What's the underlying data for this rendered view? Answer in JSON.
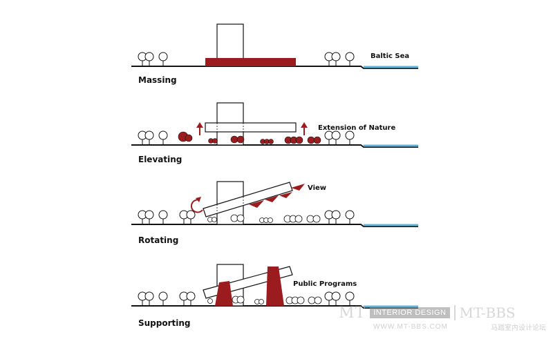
{
  "colors": {
    "ink": "#111111",
    "block": "#9b1c1f",
    "water": "#5fb3d9",
    "tree_fill": "#ffffff"
  },
  "steps": [
    {
      "label": "Massing",
      "note": "Baltic Sea"
    },
    {
      "label": "Elevating",
      "note": "Extension of  Nature"
    },
    {
      "label": "Rotating",
      "note": "View"
    },
    {
      "label": "Supporting",
      "note": "Public Programs"
    }
  ],
  "watermark": {
    "mt": "MT",
    "box": "INTERIOR DESIGN",
    "bbs": "MT-BBS",
    "url": "WWW.MT-BBS.COM",
    "cn": "马踏室内设计论坛"
  }
}
